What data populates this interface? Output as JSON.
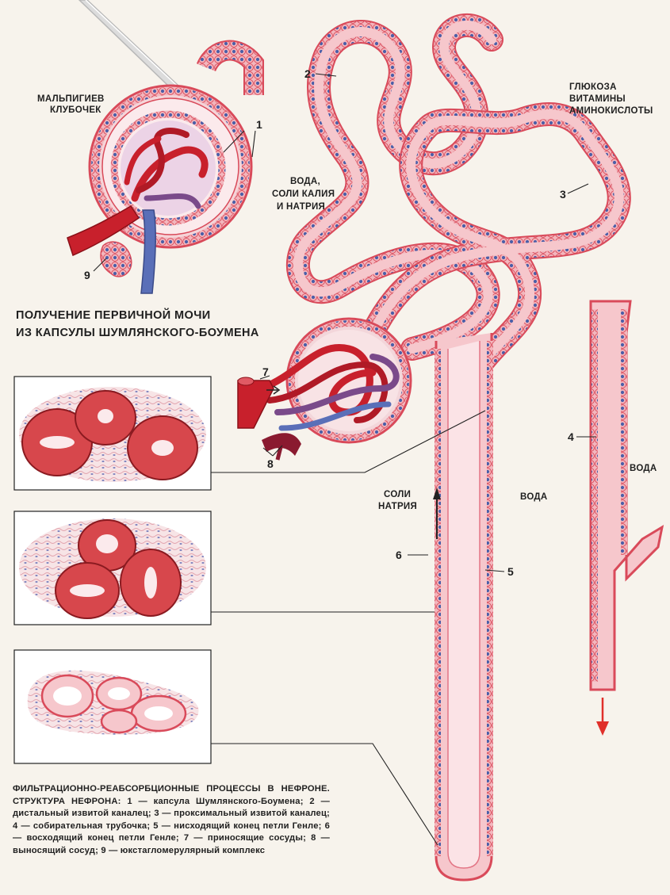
{
  "labels": {
    "malpighi_line1": "МАЛЬПИГИЕВ",
    "malpighi_line2": "КЛУБОЧЕК",
    "water_salts_line1": "ВОДА,",
    "water_salts_line2": "СОЛИ КАЛИЯ",
    "water_salts_line3": "И НАТРИЯ",
    "glucose_line1": "ГЛЮКОЗА",
    "glucose_line2": "ВИТАМИНЫ",
    "glucose_line3": "АМИНОКИСЛОТЫ",
    "salts_sodium_line1": "СОЛИ",
    "salts_sodium_line2": "НАТРИЯ",
    "water_loop": "ВОДА",
    "water_duct": "ВОДА"
  },
  "numbers": {
    "n1": "1",
    "n2": "2",
    "n3": "3",
    "n4": "4",
    "n5": "5",
    "n6": "6",
    "n7": "7",
    "n8": "8",
    "n9": "9"
  },
  "inset_title": {
    "line1": "ПОЛУЧЕНИЕ ПЕРВИЧНОЙ МОЧИ",
    "line2": "ИЗ КАПСУЛЫ ШУМЛЯНСКОГО-БОУМЕНА"
  },
  "caption": {
    "heading": "ФИЛЬТРАЦИОННО-РЕАБСОРБЦИОННЫЕ ПРОЦЕССЫ В НЕФРОНЕ. СТРУКТУРА НЕФРОНА:",
    "body": "1 — капсула Шумлянского-Боумена; 2 — дистальный извитой каналец; 3 — проксимальный извитой каналец; 4 — собирательная трубочка; 5 — нисходящий конец петли Генле; 6 — восходящий конец петли Генле; 7 — приносящие сосуды; 8 — выносящий сосуд; 9 — юкстагломерулярный комплекс"
  },
  "colors": {
    "background": "#f7f3ec",
    "tubule_fill": "#f6c7cc",
    "tubule_wall": "#d94a5a",
    "nucleus": "#4a5fa8",
    "artery": "#c8202c",
    "vein": "#5a6fb8",
    "arrow": "#e0302a"
  }
}
